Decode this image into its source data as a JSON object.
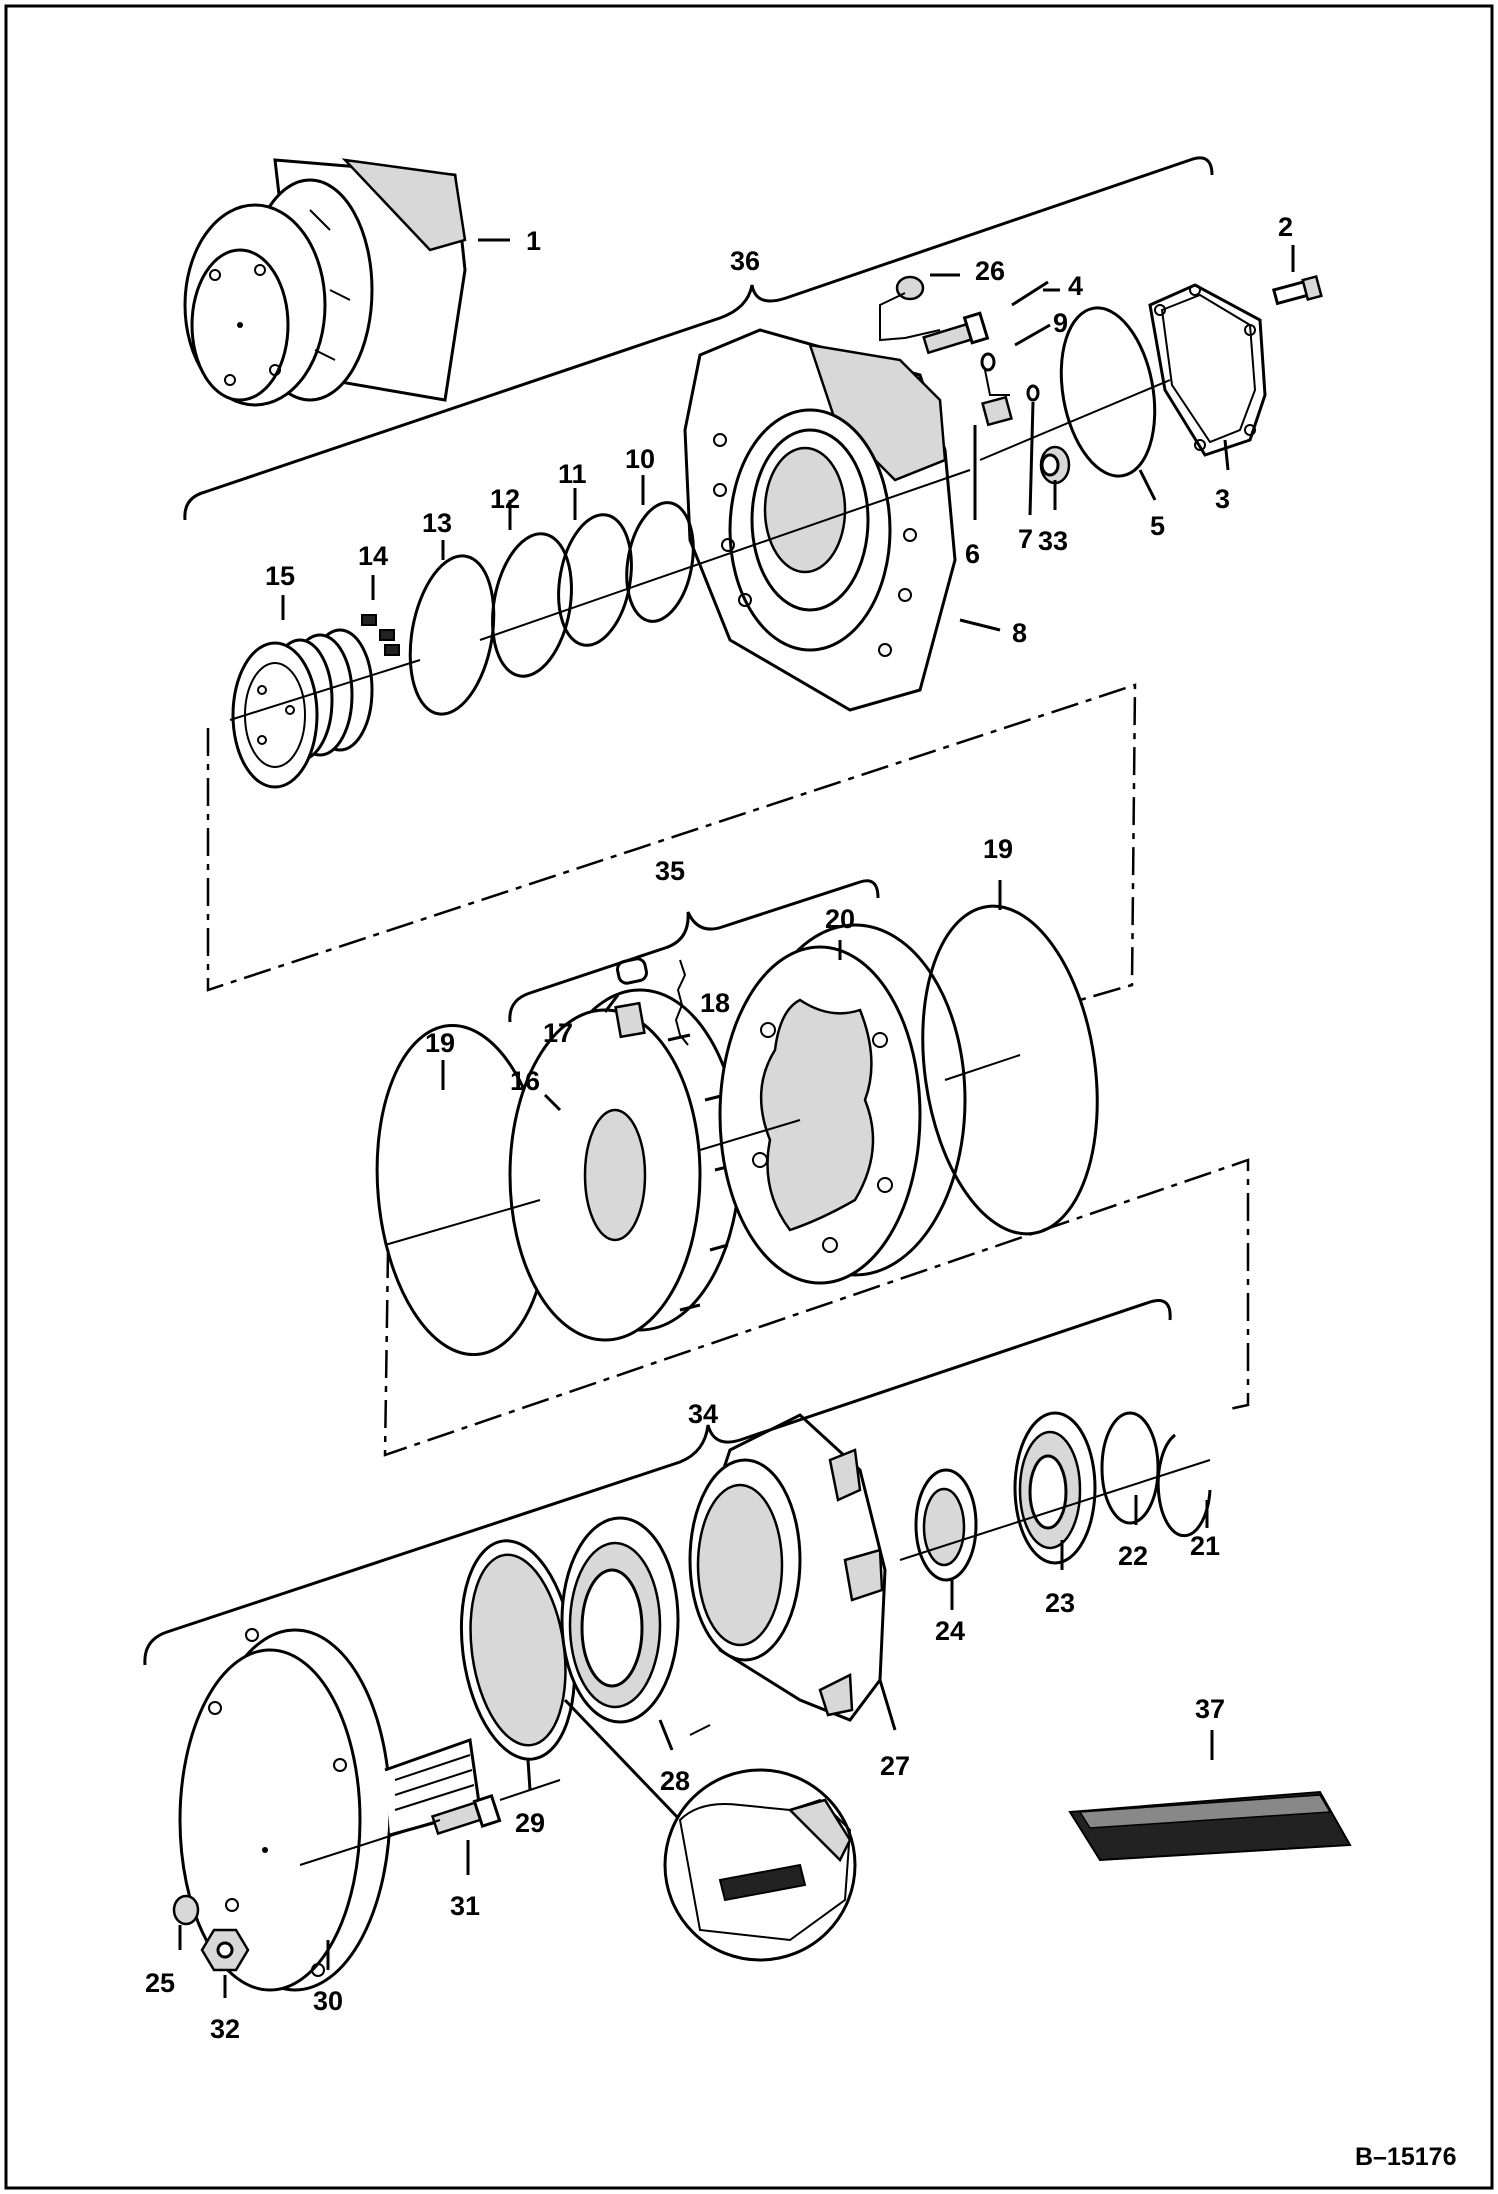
{
  "drawing_code": "B–15176",
  "callouts": {
    "c1": "1",
    "c2": "2",
    "c3": "3",
    "c4": "4",
    "c5": "5",
    "c6": "6",
    "c7": "7",
    "c8": "8",
    "c9": "9",
    "c10": "10",
    "c11": "11",
    "c12": "12",
    "c13": "13",
    "c14": "14",
    "c15": "15",
    "c16": "16",
    "c17": "17",
    "c18": "18",
    "c19a": "19",
    "c19b": "19",
    "c20": "20",
    "c21": "21",
    "c22": "22",
    "c23": "23",
    "c24": "24",
    "c25": "25",
    "c26": "26",
    "c27": "27",
    "c28": "28",
    "c29": "29",
    "c30": "30",
    "c31": "31",
    "c32": "32",
    "c33": "33",
    "c34": "34",
    "c35": "35",
    "c36": "36",
    "c37": "37"
  }
}
